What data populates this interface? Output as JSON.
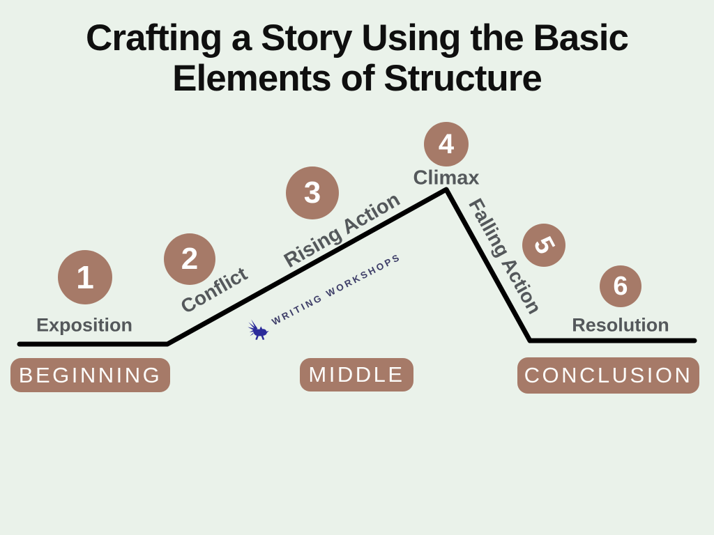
{
  "title": {
    "line1": "Crafting a Story Using the Basic",
    "line2": "Elements of Structure"
  },
  "diagram": {
    "stages": [
      {
        "number": "1",
        "label": "Exposition"
      },
      {
        "number": "2",
        "label": "Conflict"
      },
      {
        "number": "3",
        "label": "Rising Action"
      },
      {
        "number": "4",
        "label": "Climax"
      },
      {
        "number": "5",
        "label": "Falling Action"
      },
      {
        "number": "6",
        "label": "Resolution"
      }
    ],
    "sections": [
      {
        "label": "BEGINNING"
      },
      {
        "label": "MIDDLE"
      },
      {
        "label": "CONCLUSION"
      }
    ]
  },
  "watermark": {
    "brand": "WRITING WORKSHOPS",
    "icon": "pegasus-icon"
  },
  "colors": {
    "background": "#eaf2ea",
    "accent_brown": "#a67a68",
    "arc_line": "#000000",
    "stage_label_text": "#54585b",
    "circle_number_text": "#ffffff",
    "pill_text": "#fdfdfb",
    "title_text": "#0f0f0f",
    "watermark_text": "#3e3e68",
    "watermark_icon": "#2b2b9a"
  }
}
